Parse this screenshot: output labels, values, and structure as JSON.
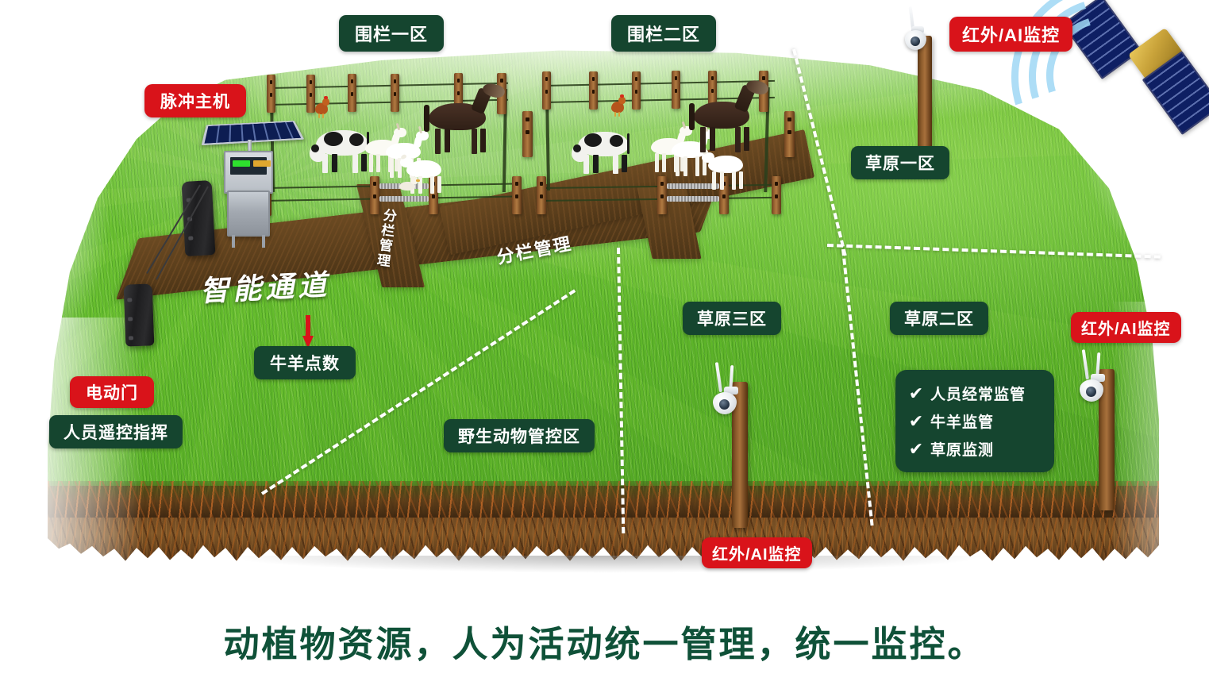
{
  "caption": "动植物资源，人为活动统一管理，统一监控。",
  "colors": {
    "badge_green": "#15452f",
    "badge_red": "#d9131a",
    "caption_green": "#0f5138",
    "grass_green": "#63bb2c",
    "soil_brown": "#6b4520",
    "path_brown": "#5c3f1c",
    "divider_white": "#ffffff",
    "signal_blue": "#9fd8f5"
  },
  "badges": {
    "fence_zone_1": "围栏一区",
    "fence_zone_2": "围栏二区",
    "pulse_host": "脉冲主机",
    "ir_ai_monitor_top": "红外/AI监控",
    "ir_ai_monitor_right": "红外/AI监控",
    "ir_ai_monitor_bottom": "红外/AI监控",
    "grassland_zone_1": "草原一区",
    "grassland_zone_2": "草原二区",
    "grassland_zone_3": "草原三区",
    "wildlife_control_area": "野生动物管控区",
    "livestock_count": "牛羊点数",
    "electric_gate": "电动门",
    "remote_command": "人员遥控指挥"
  },
  "path_labels": {
    "smart_channel": "智能通道",
    "pen_management_vertical": "分栏管理",
    "pen_management_diagonal": "分栏管理"
  },
  "checklist": {
    "items": [
      {
        "mark": "✔",
        "label": "人员经常监管"
      },
      {
        "mark": "✔",
        "label": "牛羊监管"
      },
      {
        "mark": "✔",
        "label": "草原监测"
      }
    ]
  },
  "icons": {
    "satellite": "satellite-icon",
    "signal_waves": "signal-waves-icon",
    "ptz_camera": "ptz-camera-icon",
    "solar_panel": "solar-panel-icon",
    "control_cabinet": "control-cabinet-icon",
    "gate_post": "gate-post-icon",
    "fence_post": "fence-post-icon",
    "arrow_down": "arrow-down-icon",
    "check": "check-icon"
  },
  "scene": {
    "animals": [
      "cow",
      "cow",
      "goat",
      "goat",
      "goat",
      "goat",
      "goat",
      "horse",
      "horse",
      "chicken",
      "chicken",
      "duck"
    ],
    "cameras": 3,
    "fence_zones": 2,
    "grassland_zones": 3
  }
}
